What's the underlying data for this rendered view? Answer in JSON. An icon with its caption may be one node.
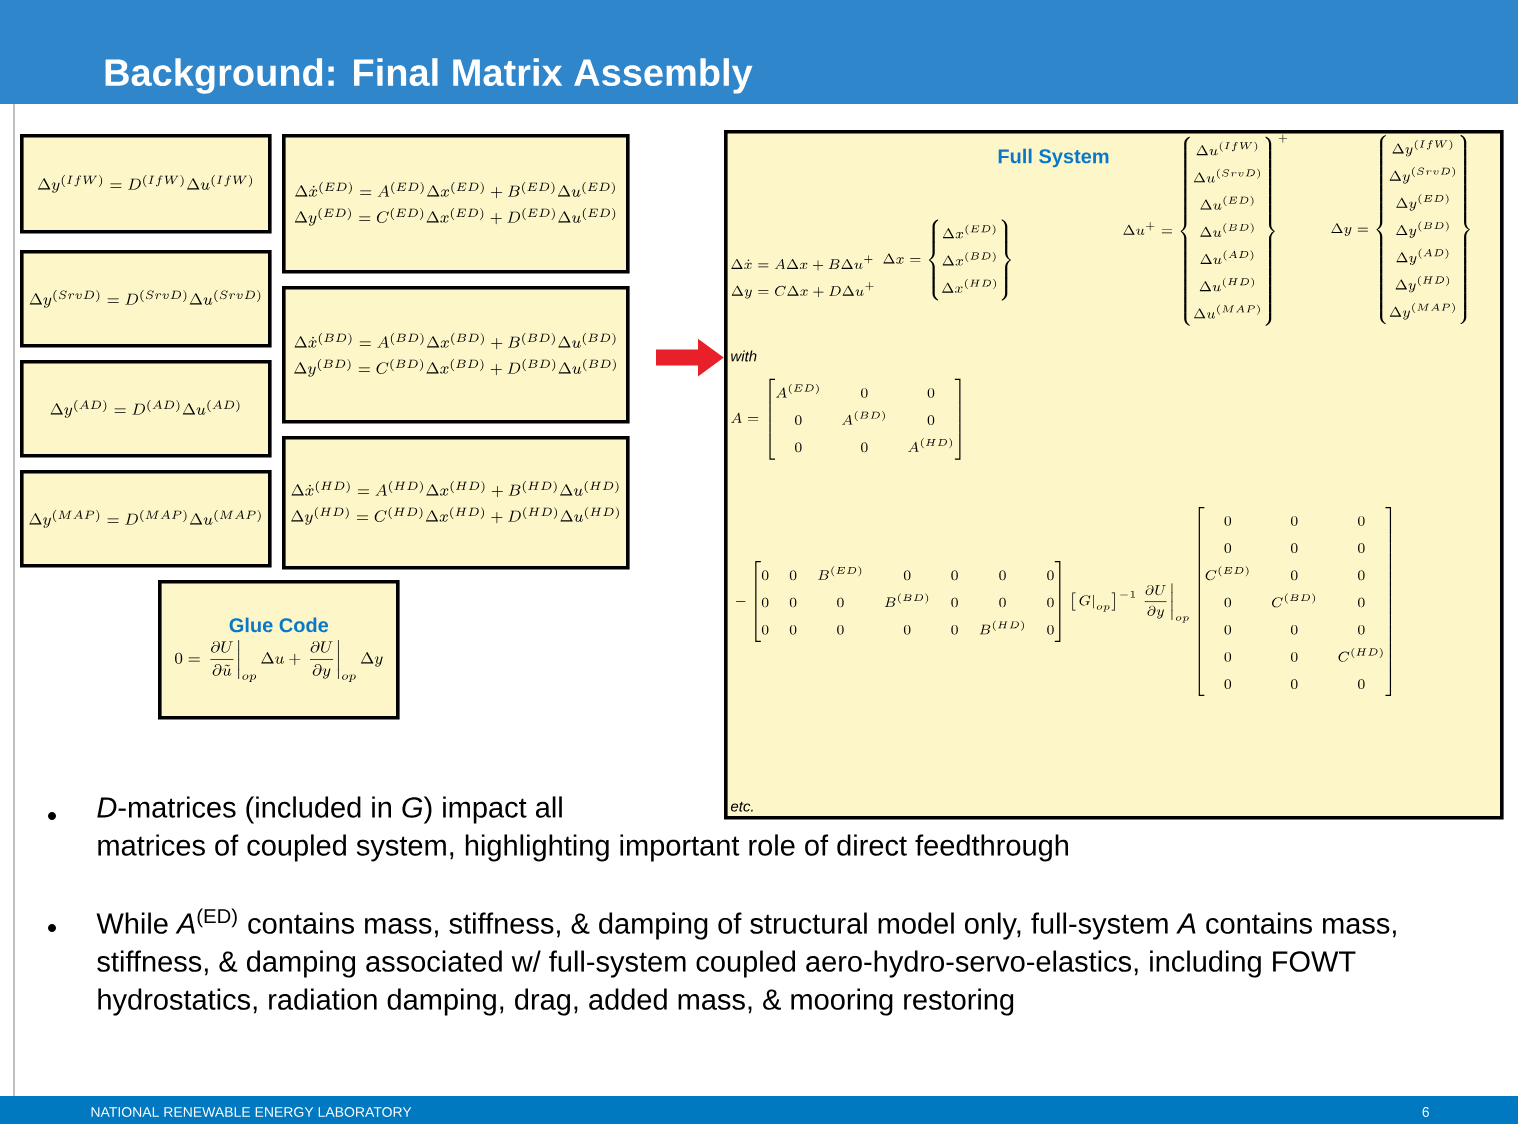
{
  "diagram": {
    "title": "Background: Final Matrix Assembly",
    "nodes": [
      {
        "text": [
          "\\Delta y^{(IfW)} = D^{(IfW)} \\Delta u^{(IfW)}"
        ]
      },
      {
        "text": [
          "\\Delta \\dot{x}^{(ED)} = A^{(ED)} \\Delta x^{(ED)} + B^{(ED)} \\Delta u^{(ED)}",
          "\\Delta y^{(ED)} = C^{(ED)} \\Delta x^{(ED)} + D^{(ED)} \\Delta u^{(ED)}"
        ]
      },
      {
        "text": [
          "\\Delta y^{(SrvD)} = D^{(SrvD)} \\Delta u^{(SrvD)}"
        ]
      },
      {
        "text": [
          "\\Delta \\dot{x}^{(BD)} = A^{(BD)} \\Delta x^{(BD)} + B^{(BD)} \\Delta u^{(BD)}",
          "\\Delta y^{(BD)} = C^{(BD)} \\Delta x^{(BD)} + D^{(BD)} \\Delta u^{(BD)}"
        ]
      },
      {
        "text": [
          "\\Delta y^{(AD)} = D^{(AD)} \\Delta u^{(AD)}"
        ]
      },
      {
        "text": [
          "\\Delta \\dot{x}^{(HD)} = A^{(HD)} \\Delta x^{(HD)} + B^{(HD)} \\Delta u^{(HD)}",
          "\\Delta y^{(HD)} = C^{(HD)} \\Delta x^{(HD)} + D^{(HD)} \\Delta u^{(HD)}"
        ]
      },
      {
        "text": [
          "\\Delta y^{(MAP)} = D^{(MAP)} \\Delta u^{(MAP)}"
        ]
      },
      {
        "text": [
          "Glue Code",
          "0 = \\left.\\frac{\\partial U}{\\partial \\tilde{u}}\\right|_{op} \\Delta u + \\left.\\frac{\\partial U}{\\partial y}\\right|_{op} \\Delta y"
        ]
      },
      {
        "text": [
          "Full System",
          "\\begin{aligned} \\Delta \\dot{x} &= A \\Delta x + B \\Delta u^{+} \\\\ \\Delta y &= C \\Delta x + D \\Delta u^{+} \\end{aligned}",
          "\\Delta x = \\left\\{ \\begin{matrix} \\Delta x^{(ED)} \\\\ \\Delta x^{(BD)} \\\\ \\Delta x^{(HD)} \\end{matrix} \\right\\}",
          "\\Delta u^{+} = \\left\\{ \\begin{matrix} \\Delta u^{(IfW)} \\\\ \\Delta u^{(SrvD)} \\\\ \\Delta u^{(ED)} \\\\ \\Delta u^{(BD)} \\\\ \\Delta u^{(AD)} \\\\ \\Delta u^{(HD)} \\\\ \\Delta u^{(MAP)} \\end{matrix} \\right\\}^{+}",
          "\\Delta y = \\left\\{ \\begin{matrix} \\Delta y^{(IfW)} \\\\ \\Delta y^{(SrvD)} \\\\ \\Delta y^{(ED)} \\\\ \\Delta y^{(BD)} \\\\ \\Delta y^{(AD)} \\\\ \\Delta y^{(HD)} \\\\ \\Delta y^{(MAP)} \\end{matrix} \\right\\}",
          "with",
          "A = \\begin{bmatrix} A^{(ED)} & 0 & 0 \\\\ 0 & A^{(BD)} & 0 \\\\ 0 & 0 & A^{(HD)} \\end{bmatrix}",
          "- \\begin{bmatrix} 0 & 0 & B^{(ED)} & 0 & 0 & 0 & 0 \\\\ 0 & 0 & 0 & B^{(BD)} & 0 & 0 & 0 \\\\ 0 & 0 & 0 & 0 & 0 & B^{(HD)} & 0 \\end{bmatrix} \\left[ \\left. G \\right|_{op} \\right]^{-1} \\left.\\frac{\\partial U}{\\partial y}\\right|_{op} \\begin{bmatrix} 0 & 0 & 0 \\\\ 0 & 0 & 0 \\\\ C^{(ED)} & 0 & 0 \\\\ 0 & C^{(BD)} & 0 \\\\ 0 & 0 & 0 \\\\ 0 & 0 & C^{(HD)} \\\\ 0 & 0 & 0 \\end{bmatrix}",
          "etc."
        ]
      }
    ],
    "edges": [
      {
        "from": null,
        "to": 8,
        "arrow": "to",
        "color": "#e8202a"
      }
    ],
    "labels": [
      "*D*-matrices (included in *G*) impact all matrices of coupled system, highlighting important role of direct feedthrough",
      "While *A*$^{(ED)}$ contains mass, stiffness, & damping of structural model only, full-system *A* contains mass, stiffness, & damping associated w/ full-system coupled aero-hydro-servo-elastics, including FOWT hydrostatics, radiation damping, drag, added mass, & mooring restoring",
      "NATIONAL RENEWABLE ENERGY LABORATORY",
      "6"
    ]
  }
}
